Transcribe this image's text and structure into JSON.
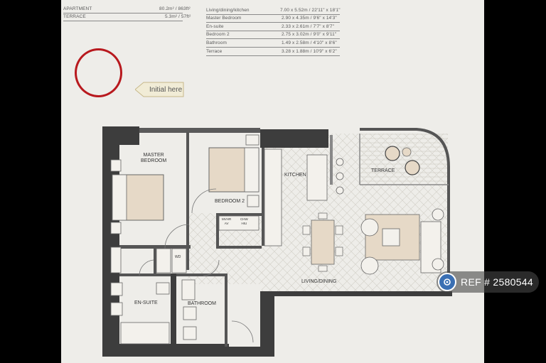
{
  "summary": [
    {
      "label": "APARTMENT",
      "value": "80.2m² / 863ft²"
    },
    {
      "label": "TERRACE",
      "value": "5.3m² / 57ft²"
    }
  ],
  "rooms": [
    {
      "label": "Living/dining/kitchen",
      "value": "7.00 x 5.52m / 22'11\" x 18'1\""
    },
    {
      "label": "Master Bedroom",
      "value": "2.90 x 4.35m / 9'6\" x 14'3\""
    },
    {
      "label": "En-suite",
      "value": "2.33 x 2.61m / 7'7\" x 8'7\""
    },
    {
      "label": "Bedroom 2",
      "value": "2.75 x 3.02m / 9'0\" x 9'11\""
    },
    {
      "label": "Bathroom",
      "value": "1.49 x 2.58m / 4'10\" x 8'6\""
    },
    {
      "label": "Terrace",
      "value": "3.28 x 1.88m / 10'9\" x 6'2\""
    }
  ],
  "initial_label": "Initial here",
  "plan_labels": {
    "master_bedroom": "MASTER\nBEDROOM",
    "bedroom2": "BEDROOM 2",
    "kitchen": "KITCHEN",
    "terrace": "TERRACE",
    "living": "LIVING/DINING",
    "ensuite": "EN-SUITE",
    "bathroom": "BATHROOM",
    "wd": "WD",
    "mvhr": "MVHR\nAV",
    "chw": "CHW\nHIU"
  },
  "watermark": {
    "text": "REF # 2580544",
    "icon": "camera-icon"
  },
  "colors": {
    "wall": "#3d3d3d",
    "paper": "#eeede9",
    "red": "#b8191e",
    "furniture": "#e6d9c7"
  }
}
